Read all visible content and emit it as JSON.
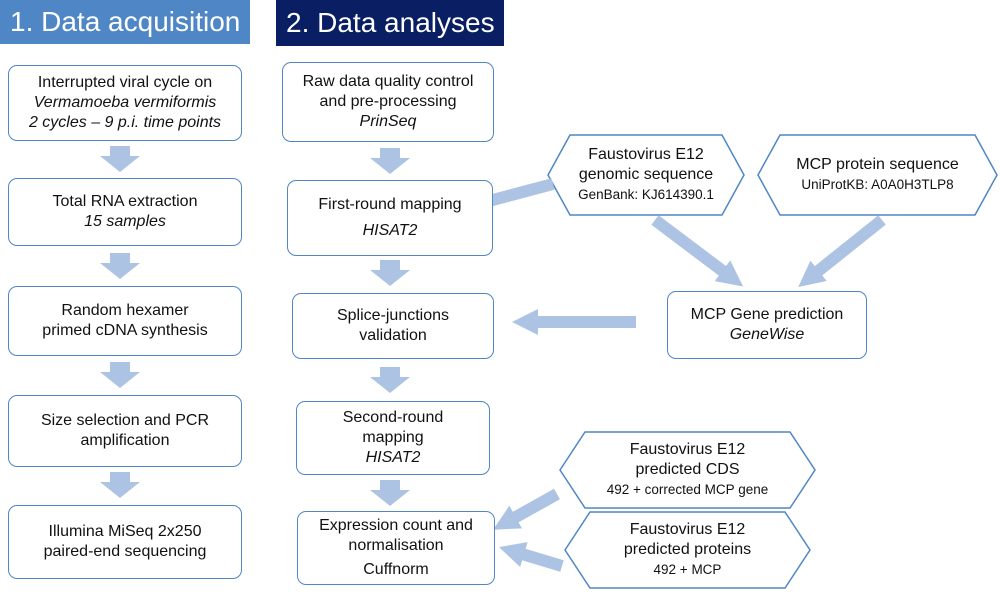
{
  "headers": {
    "acquisition": "1. Data acquisition",
    "analyses": "2. Data analyses"
  },
  "acquisition_steps": [
    {
      "line1": "Interrupted  viral cycle on",
      "line2": "Vermamoeba vermiformis",
      "line3": "2 cycles – 9 p.i. time points"
    },
    {
      "line1": "Total RNA extraction",
      "line2": "15 samples"
    },
    {
      "line1": "Random hexamer",
      "line2": "primed cDNA synthesis"
    },
    {
      "line1": "Size selection and PCR",
      "line2": "amplification"
    },
    {
      "line1": "Illumina  MiSeq 2x250",
      "line2": "paired-end sequencing"
    }
  ],
  "analysis_steps": [
    {
      "line1": "Raw data quality control",
      "line2": "and pre-processing",
      "tool": "PrinSeq"
    },
    {
      "line1": "First-round mapping",
      "tool": "HISAT2"
    },
    {
      "line1": "Splice-junctions",
      "line2": "validation"
    },
    {
      "line1": "Second-round",
      "line2": "mapping",
      "tool": "HISAT2"
    },
    {
      "line1": "Expression count and",
      "line2": "normalisation",
      "tool": "Cuffnorm"
    }
  ],
  "inputs": {
    "genome": {
      "line1": "Faustovirus E12",
      "line2": "genomic sequence",
      "line3": "GenBank: KJ614390.1"
    },
    "mcp_protein": {
      "line1": "MCP protein sequence",
      "line2": "UniProtKB:  A0A0H3TLP8"
    },
    "mcp_prediction": {
      "line1": "MCP Gene prediction",
      "tool": "GeneWise"
    },
    "cds": {
      "line1": "Faustovirus E12",
      "line2": "predicted CDS",
      "line3": "492 + corrected MCP gene"
    },
    "proteins": {
      "line1": "Faustovirus E12",
      "line2": "predicted proteins",
      "line3": "492 + MCP"
    }
  },
  "colors": {
    "header_left": "#4f86c6",
    "header_right": "#0a1f63",
    "box_border": "#4f86c6",
    "arrow": "#adc3e3"
  }
}
